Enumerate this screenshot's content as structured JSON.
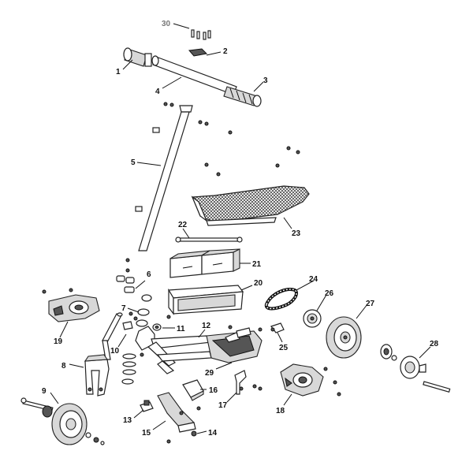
{
  "callouts": [
    {
      "id": "1",
      "label": "1"
    },
    {
      "id": "2",
      "label": "2"
    },
    {
      "id": "3",
      "label": "3"
    },
    {
      "id": "4",
      "label": "4"
    },
    {
      "id": "5",
      "label": "5"
    },
    {
      "id": "6",
      "label": "6"
    },
    {
      "id": "7",
      "label": "7"
    },
    {
      "id": "8",
      "label": "8"
    },
    {
      "id": "9",
      "label": "9"
    },
    {
      "id": "10",
      "label": "10"
    },
    {
      "id": "11",
      "label": "11"
    },
    {
      "id": "12",
      "label": "12"
    },
    {
      "id": "13",
      "label": "13"
    },
    {
      "id": "14",
      "label": "14"
    },
    {
      "id": "15",
      "label": "15"
    },
    {
      "id": "16",
      "label": "16"
    },
    {
      "id": "17",
      "label": "17"
    },
    {
      "id": "18",
      "label": "18"
    },
    {
      "id": "19",
      "label": "19"
    },
    {
      "id": "20",
      "label": "20"
    },
    {
      "id": "21",
      "label": "21"
    },
    {
      "id": "22",
      "label": "22"
    },
    {
      "id": "23",
      "label": "23"
    },
    {
      "id": "24",
      "label": "24"
    },
    {
      "id": "25",
      "label": "25"
    },
    {
      "id": "26",
      "label": "26"
    },
    {
      "id": "27",
      "label": "27"
    },
    {
      "id": "28",
      "label": "28"
    },
    {
      "id": "29",
      "label": "29"
    },
    {
      "id": "30",
      "label": "30"
    }
  ],
  "colors": {
    "ink": "#222222",
    "fill": "#ffffff",
    "shade": "#d8d8d8"
  }
}
